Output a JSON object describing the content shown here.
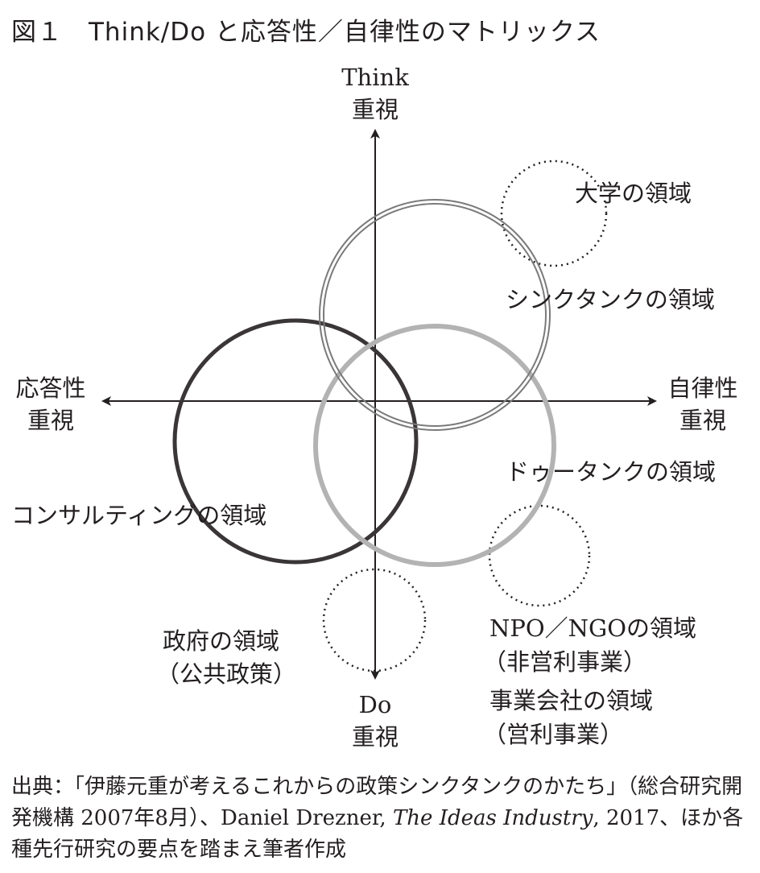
{
  "title": "図１　Think/Do と応答性／自律性のマトリックス",
  "axes": {
    "top": [
      "Think",
      "重視"
    ],
    "bottom": [
      "Do",
      "重視"
    ],
    "left": [
      "応答性",
      "重視"
    ],
    "right": [
      "自律性",
      "重視"
    ]
  },
  "regions": {
    "university": "大学の領域",
    "think_tank": "シンクタンクの領域",
    "do_tank": "ドゥータンクの領域",
    "consulting": "コンサルティングの領域",
    "npo": "NPO／NGOの領域",
    "npo_sub": "（非営利事業）",
    "company": "事業会社の領域",
    "company_sub": "（営利事業）",
    "government": "政府の領域",
    "government_sub": "（公共政策）"
  },
  "caption": {
    "part1": "出典：「伊藤元重が考えるこれからの政策シンクタンクのかたち」（総合研究開発機構 2007年8月）、Daniel Drezner, ",
    "book": "The Ideas Industry",
    "part2": ", 2017、ほか各種先行研究の要点を踏まえ筆者作成"
  },
  "colors": {
    "ink": "#231f20",
    "do_tank": "#b3b3b3",
    "think_tank": "#7a7a7a"
  }
}
